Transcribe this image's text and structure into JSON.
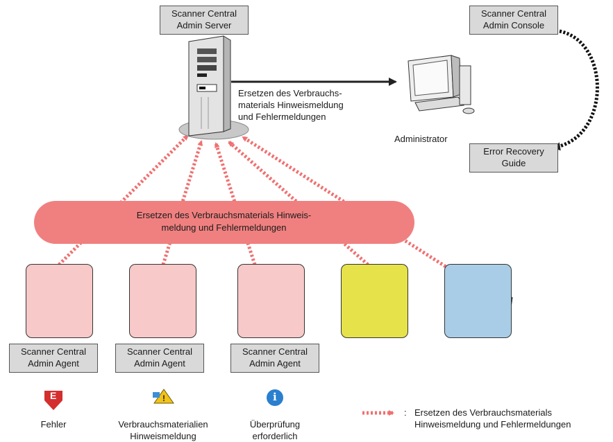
{
  "server": {
    "line1": "Scanner Central",
    "line2": "Admin Server"
  },
  "console": {
    "line1": "Scanner Central",
    "line2": "Admin Console"
  },
  "recovery": {
    "line1": "Error Recovery",
    "line2": "Guide"
  },
  "administrator_label": "Administrator",
  "notification_text": {
    "line1": "Ersetzen des Verbrauchs-",
    "line2": "materials Hinweismeldung",
    "line3": "und Fehlermeldungen"
  },
  "band_text": {
    "line1": "Ersetzen des Verbrauchsmaterials Hinweis-",
    "line2": "meldung und Fehlermeldungen"
  },
  "agents": [
    {
      "line1": "Scanner Central",
      "line2": "Admin Agent"
    },
    {
      "line1": "Scanner Central",
      "line2": "Admin Agent"
    },
    {
      "line1": "Scanner Central",
      "line2": "Admin Agent"
    }
  ],
  "status": {
    "error": {
      "icon_letter": "E",
      "line1": "Fehler"
    },
    "warning": {
      "icon_letter": "!",
      "line1": "Verbrauchsmaterialien",
      "line2": "Hinweismeldung"
    },
    "info": {
      "icon_letter": "i",
      "line1": "Überprüfung",
      "line2": "erforderlich"
    }
  },
  "legend": {
    "separator": ":",
    "line1": "Ersetzen des Verbrauchsmaterials",
    "line2": "Hinweismeldung und Fehlermeldungen"
  },
  "colors": {
    "pink_tile": "#f7c9c9",
    "yellow_tile": "#e6e24a",
    "blue_tile": "#a9cde6",
    "dotted_red": "#f07070",
    "band": "#f08080"
  }
}
